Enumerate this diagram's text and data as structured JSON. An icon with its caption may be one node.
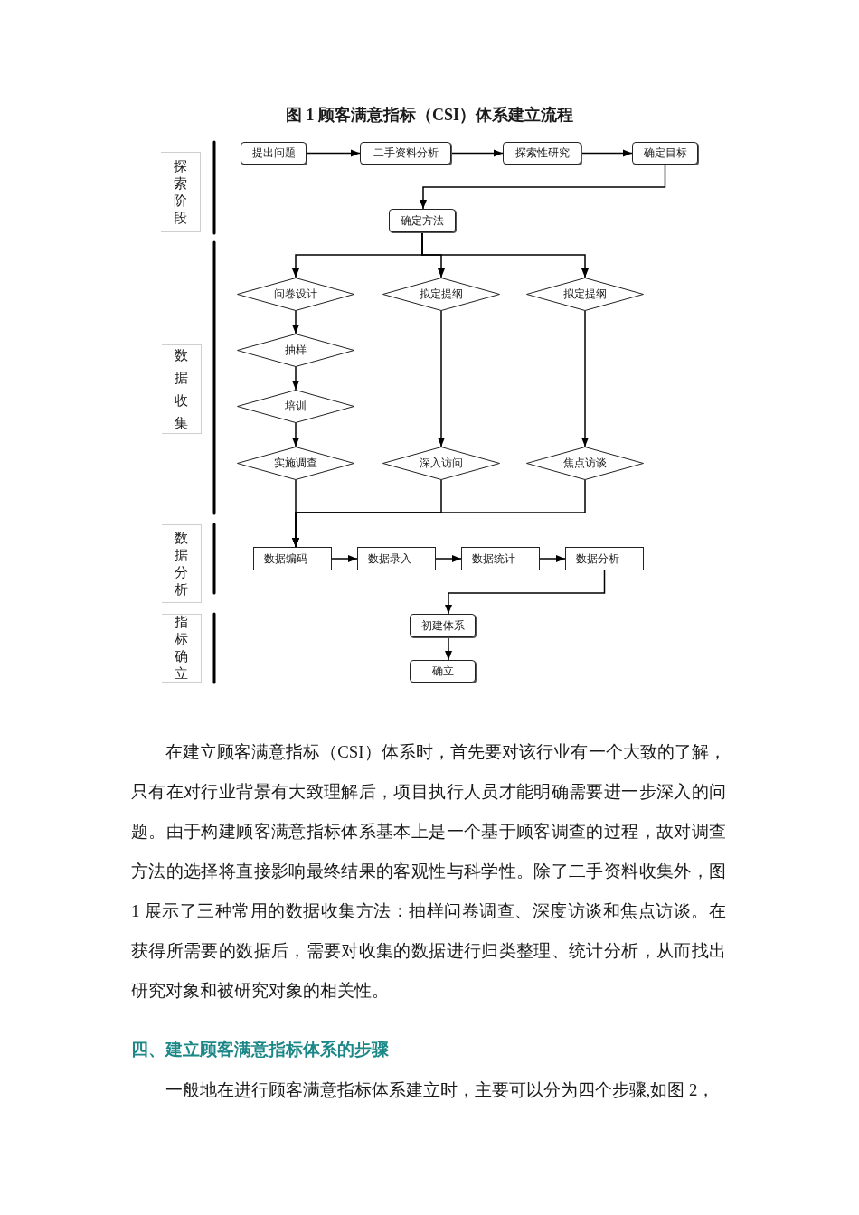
{
  "diagram": {
    "title": "图 1 顾客满意指标（CSI）体系建立流程",
    "nodes": [
      {
        "text": [
          "探索阶段"
        ]
      },
      {
        "text": [
          "提出问题"
        ]
      },
      {
        "text": [
          "二手资料分析"
        ]
      },
      {
        "text": [
          "探索性研究"
        ]
      },
      {
        "text": [
          "确定目标"
        ]
      },
      {
        "text": [
          "确定方法"
        ]
      },
      {
        "text": [
          "数据收集"
        ]
      },
      {
        "text": [
          "问卷设计"
        ]
      },
      {
        "text": [
          "拟定提纲"
        ]
      },
      {
        "text": [
          "拟定提纲"
        ]
      },
      {
        "text": [
          "抽样"
        ]
      },
      {
        "text": [
          "培训"
        ]
      },
      {
        "text": [
          "实施调查"
        ]
      },
      {
        "text": [
          "深入访问"
        ]
      },
      {
        "text": [
          "焦点访谈"
        ]
      },
      {
        "text": [
          "数据分析"
        ]
      },
      {
        "text": [
          "数据编码"
        ]
      },
      {
        "text": [
          "数据录入"
        ]
      },
      {
        "text": [
          "数据统计"
        ]
      },
      {
        "text": [
          "数据分析"
        ]
      },
      {
        "text": [
          "指标确立"
        ]
      },
      {
        "text": [
          "初建体系"
        ]
      },
      {
        "text": [
          "确立"
        ]
      }
    ],
    "edges": [
      {
        "from": 1,
        "to": 2,
        "arrow": "to"
      },
      {
        "from": 2,
        "to": 3,
        "arrow": "to"
      },
      {
        "from": 3,
        "to": 4,
        "arrow": "to"
      },
      {
        "from": 4,
        "to": 5,
        "arrow": "to"
      },
      {
        "from": 5,
        "to": 7,
        "arrow": "to"
      },
      {
        "from": 5,
        "to": 8,
        "arrow": "to"
      },
      {
        "from": 5,
        "to": 9,
        "arrow": "to"
      },
      {
        "from": 7,
        "to": 10,
        "arrow": "to"
      },
      {
        "from": 10,
        "to": 11,
        "arrow": "to"
      },
      {
        "from": 11,
        "to": 12,
        "arrow": "to"
      },
      {
        "from": 8,
        "to": 13,
        "arrow": "to"
      },
      {
        "from": 9,
        "to": 14,
        "arrow": "to"
      },
      {
        "from": 12,
        "to": 16,
        "arrow": "to"
      },
      {
        "from": 13,
        "to": 16,
        "arrow": "to"
      },
      {
        "from": 14,
        "to": 16,
        "arrow": "to"
      },
      {
        "from": 16,
        "to": 17,
        "arrow": "to"
      },
      {
        "from": 17,
        "to": 18,
        "arrow": "to"
      },
      {
        "from": 18,
        "to": 19,
        "arrow": "to"
      },
      {
        "from": 19,
        "to": 21,
        "arrow": "to"
      },
      {
        "from": 21,
        "to": 22,
        "arrow": "to"
      }
    ],
    "labels": [
      "在建立顾客满意指标（CSI）体系时，首先要对该行业有一个大致的了解，只有在对行业背景有大致理解后，项目执行人员才能明确需要进一步深入的问题。由于构建顾客满意指标体系基本上是一个基于顾客调查的过程，故对调查方法的选择将直接影响最终结果的客观性与科学性。除了二手资料收集外，图 1 展示了三种常用的数据收集方法：抽样问卷调查、深度访谈和焦点访谈。在获得所需要的数据后，需要对收集的数据进行归类整理、统计分析，从而找出研究对象和被研究对象的相关性。",
      "四、建立顾客满意指标体系的步骤",
      "一般地在进行顾客满意指标体系建立时，主要可以分为四个步骤,如图 2，"
    ]
  }
}
